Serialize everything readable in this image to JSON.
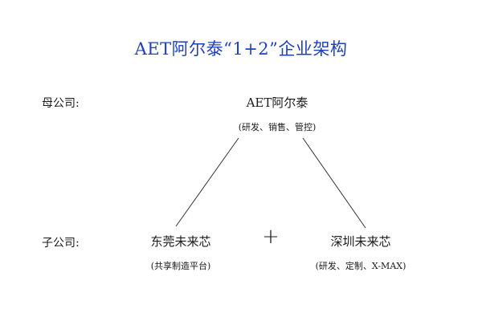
{
  "title": "AET阿尔泰“1+2”企业架构",
  "parent": {
    "row_label": "母公司:",
    "name": "AET阿尔泰",
    "note": "(研发、销售、管控)"
  },
  "children": {
    "row_label": "子公司:",
    "plus": "+",
    "items": [
      {
        "name": "东莞未来芯",
        "note": "(共享制造平台)"
      },
      {
        "name": "深圳未来芯",
        "note": "(研发、定制、X-MAX)"
      }
    ]
  },
  "colors": {
    "title": "#1f3fbf",
    "text": "#1a1a1a",
    "line": "#333333"
  }
}
